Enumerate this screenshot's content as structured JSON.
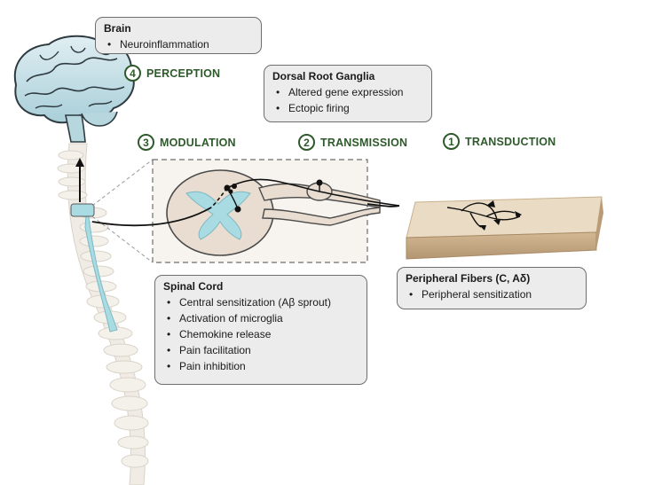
{
  "brain_box": {
    "title": "Brain",
    "items": [
      "Neuroinflammation"
    ]
  },
  "drg_box": {
    "title": "Dorsal Root Ganglia",
    "items": [
      "Altered gene expression",
      "Ectopic firing"
    ]
  },
  "spinal_box": {
    "title": "Spinal Cord",
    "items": [
      "Central sensitization (Aβ sprout)",
      "Activation of microglia",
      "Chemokine release",
      "Pain facilitation",
      "Pain inhibition"
    ]
  },
  "peripheral_box": {
    "title": "Peripheral Fibers (C, Aδ)",
    "items": [
      "Peripheral sensitization"
    ]
  },
  "steps": [
    {
      "num": "4",
      "label": "PERCEPTION"
    },
    {
      "num": "3",
      "label": "MODULATION"
    },
    {
      "num": "2",
      "label": "TRANSMISSION"
    },
    {
      "num": "1",
      "label": "TRANSDUCTION"
    }
  ],
  "colors": {
    "step_green": "#2e5a2b",
    "box_fill": "#ececec",
    "cord_blue": "#a9dbe3",
    "tissue": "#e8ddd0",
    "skin_top": "#eadbc4"
  }
}
